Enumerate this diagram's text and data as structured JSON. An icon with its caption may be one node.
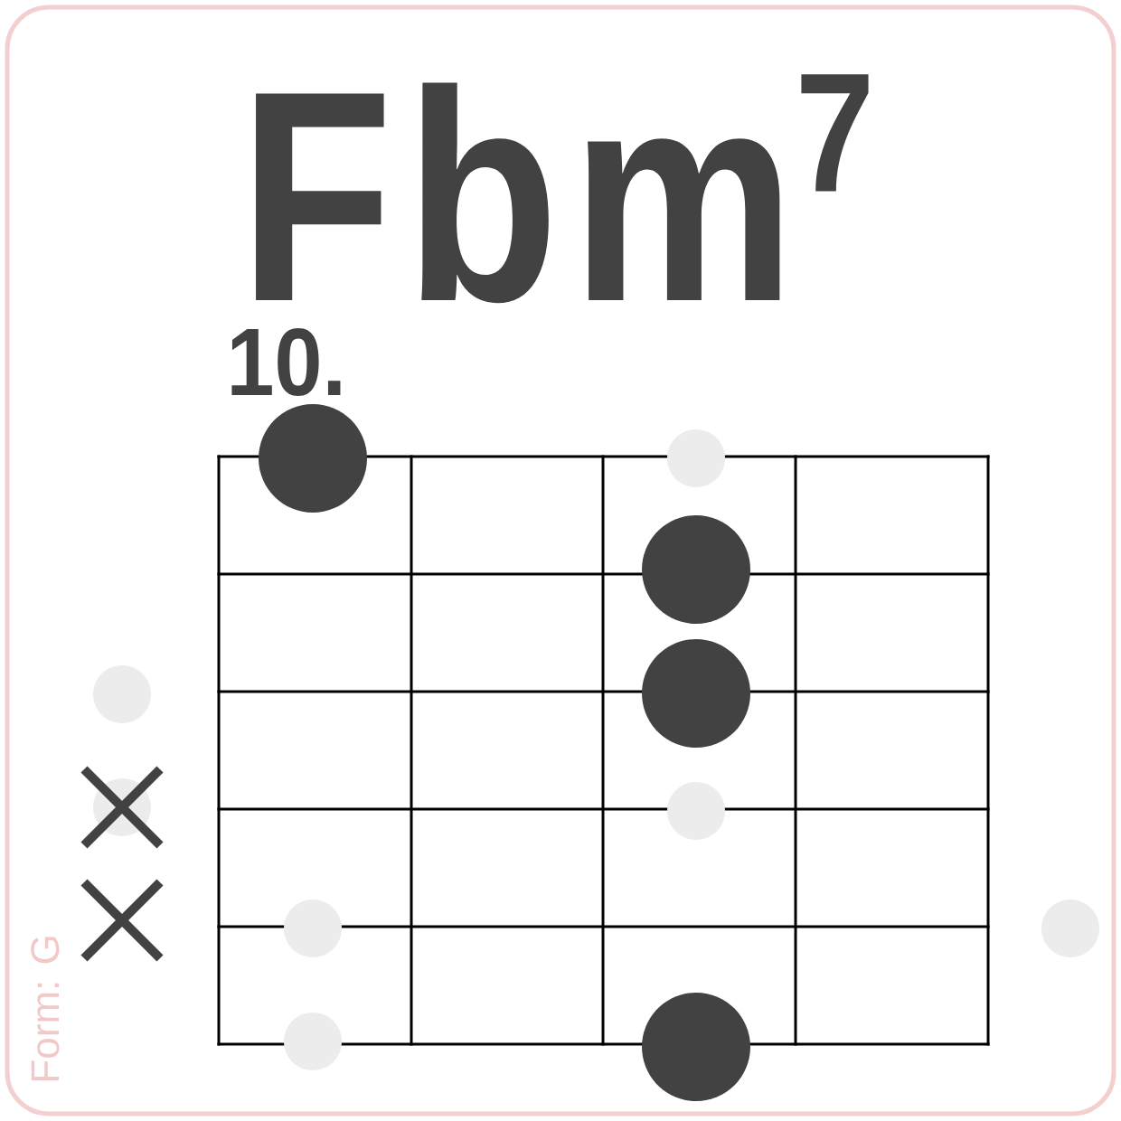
{
  "diagram": {
    "title": "Fbm$^{7}$",
    "nodes": [
      {
        "text": [],
        "shape": "circle"
      },
      {
        "text": [],
        "shape": "circle"
      },
      {
        "text": [],
        "shape": "circle"
      },
      {
        "text": [],
        "shape": "circle"
      }
    ],
    "labels": [
      "10.",
      "Form: G"
    ]
  }
}
